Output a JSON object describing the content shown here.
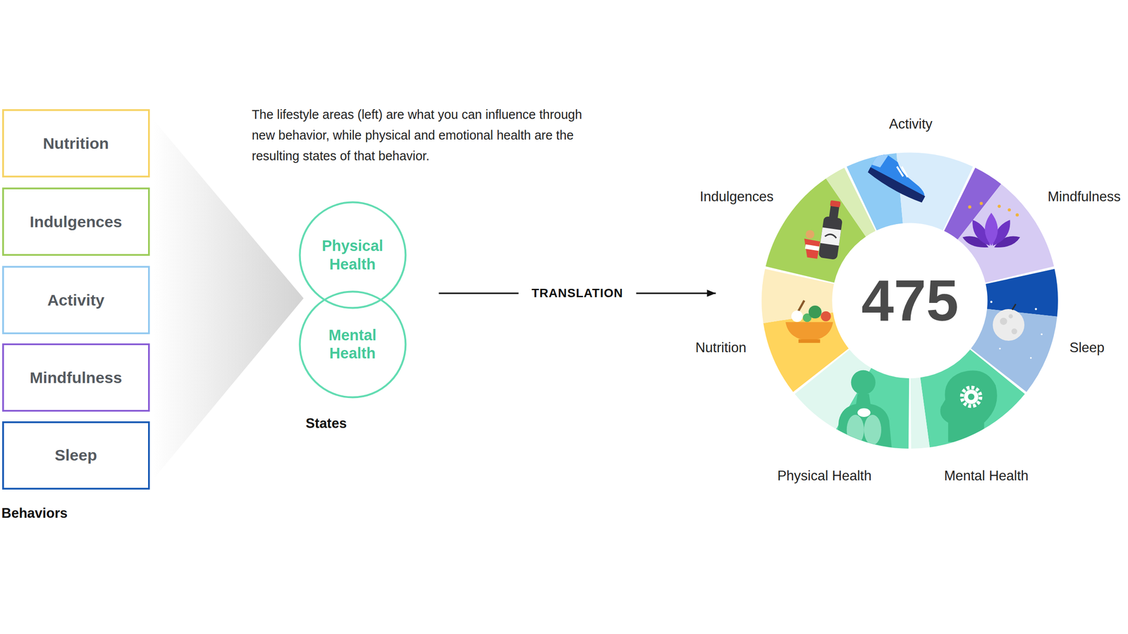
{
  "diagram": {
    "nodes": [
      {
        "text": [
          "Behaviors"
        ]
      },
      {
        "text": [
          "Nutrition"
        ],
        "in": 0
      },
      {
        "text": [
          "Indulgences"
        ],
        "in": 0
      },
      {
        "text": [
          "Activity"
        ],
        "in": 0
      },
      {
        "text": [
          "Mindfulness"
        ],
        "in": 0
      },
      {
        "text": [
          "Sleep"
        ],
        "in": 0
      },
      {
        "text": [
          "States"
        ]
      },
      {
        "text": [
          "Physical Health"
        ],
        "in": 6
      },
      {
        "text": [
          "Mental Health"
        ],
        "in": 6
      },
      {
        "text": [
          "475"
        ]
      }
    ],
    "edges": [
      {
        "from": 6,
        "to": 9,
        "arrow": "to",
        "label": "TRANSLATION"
      }
    ],
    "labels": [
      "The lifestyle areas (left) are what you can influence through new behavior, while physical and emotional health are the resulting states of that behavior.",
      "Activity",
      "Mindfulness",
      "Sleep",
      "Mental Health",
      "Physical Health",
      "Nutrition",
      "Indulgences"
    ]
  }
}
